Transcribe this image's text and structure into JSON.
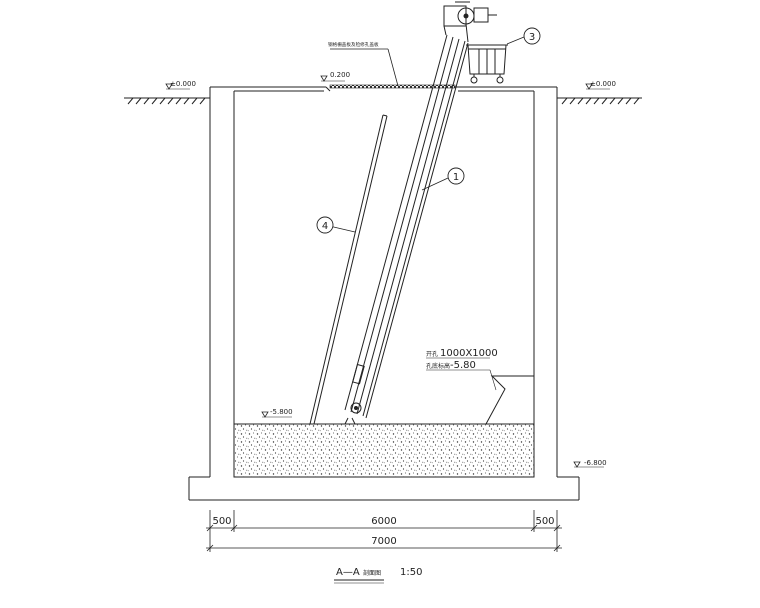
{
  "levels": {
    "ground_left": "±0.000",
    "ground_right": "±0.000",
    "cover": "0.200",
    "pit_floor": "-5.800",
    "base": "-6.800"
  },
  "callouts": {
    "c1": "1",
    "c3": "3",
    "c4": "4"
  },
  "note_top": "钢格栅盖板及检修孔盖板",
  "opening": {
    "prefix": "开孔",
    "size": "1000X1000",
    "elev_prefix": "孔底标高",
    "elev": "-5.80"
  },
  "dims": {
    "left": "500",
    "mid": "6000",
    "right": "500",
    "total": "7000"
  },
  "title": {
    "section": "A—A",
    "suffix": "剖面图",
    "scale": "1:50"
  }
}
